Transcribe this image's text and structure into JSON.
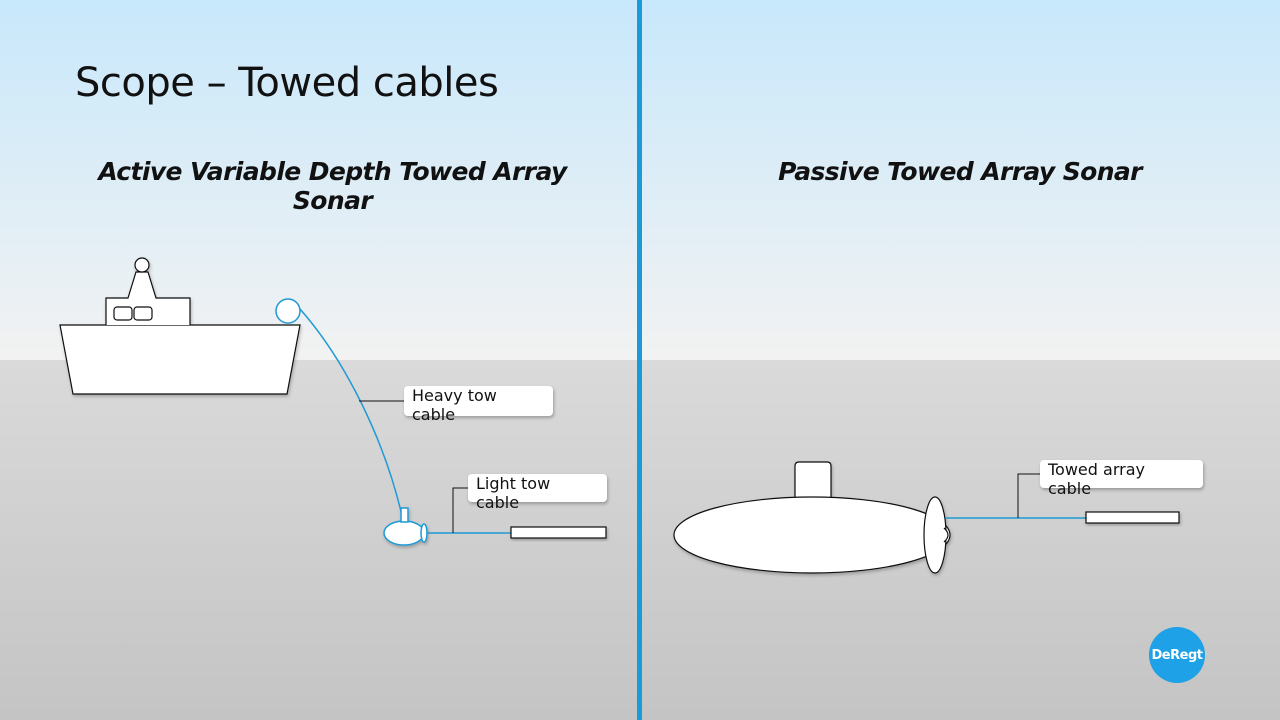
{
  "slide": {
    "title": "Scope – Towed cables",
    "left_heading": "Active Variable Depth Towed Array Sonar",
    "right_heading": "Passive Towed Array Sonar"
  },
  "labels": {
    "heavy_tow_line1": "Heavy tow",
    "heavy_tow_line2": "cable",
    "light_tow_line1": "Light tow",
    "light_tow_line2": "cable",
    "towed_array_line1": "Towed array",
    "towed_array_line2": "cable"
  },
  "logo": {
    "text": "DeRegt"
  },
  "colors": {
    "sky_top": "#c8e8fb",
    "sky_bottom": "#f2f2f2",
    "sea_top": "#dadada",
    "sea_bottom": "#c4c4c4",
    "divider": "#1a9ad9",
    "cable": "#1e9ad6",
    "accent": "#1ea1e6"
  }
}
